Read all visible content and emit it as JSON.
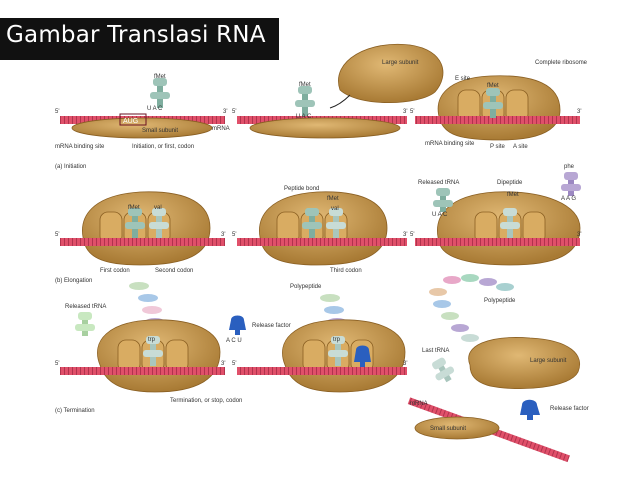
{
  "title": "Gambar Translasi RNA",
  "colors": {
    "ribosome": "#c99b4c",
    "ribosome_dark": "#9a6f2a",
    "mrna": "#e0506a",
    "trna": "#9ec4b8",
    "release_factor": "#2a5fbf"
  },
  "labels": {
    "five_prime": "5'",
    "three_prime": "3'",
    "fmet": "fMet",
    "val": "val",
    "phe": "phe",
    "trp": "trp",
    "uac": "U A C",
    "aag": "A A G",
    "acu": "A C U",
    "aug": "AUG",
    "mrna": "mRNA",
    "mrna_binding_site": "mRNA binding site",
    "small_subunit": "Small subunit",
    "initiation_codon": "Initiation, or first, codon",
    "initiation_panel": "(a) Initiation",
    "large_subunit": "Large subunit",
    "e_site": "E site",
    "p_site": "P site",
    "a_site": "A site",
    "complete_ribosome": "Complete ribosome",
    "first_codon": "First codon",
    "second_codon": "Second codon",
    "elongation_panel": "(b) Elongation",
    "peptide_bond": "Peptide bond",
    "third_codon": "Third codon",
    "released_trna": "Released tRNA",
    "dipeptide": "Dipeptide",
    "polypeptide": "Polypeptide",
    "release_factor": "Release factor",
    "termination_codon": "Termination, or stop, codon",
    "termination_panel": "(c) Termination",
    "last_trna": "Last tRNA"
  }
}
